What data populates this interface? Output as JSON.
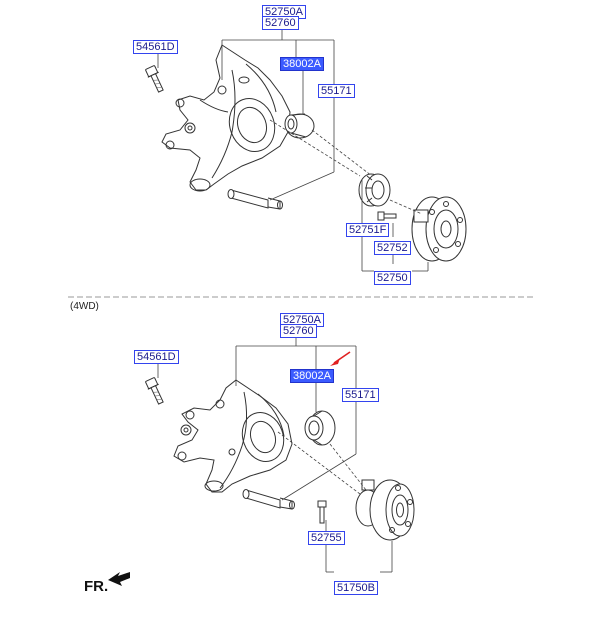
{
  "top": {
    "labels": {
      "knuckle_a": "52750A",
      "knuckle": "52760",
      "bolt": "54561D",
      "bushing": "38002A",
      "pin": "55171",
      "bolt_small": "52751F",
      "cap": "52752",
      "hub_assembly": "52750"
    }
  },
  "separator_note": "(4WD)",
  "bottom": {
    "labels": {
      "knuckle_a": "52750A",
      "knuckle": "52760",
      "bolt": "54561D",
      "bushing": "38002A",
      "pin": "55171",
      "hub_bolt": "52755",
      "hub_assembly": "51750B"
    }
  },
  "front_indicator": "FR.",
  "colors": {
    "label_border": "#3344ee",
    "label_highlight": "#3b5bff",
    "leader_line": "#444444",
    "arrow": "#e02020"
  }
}
